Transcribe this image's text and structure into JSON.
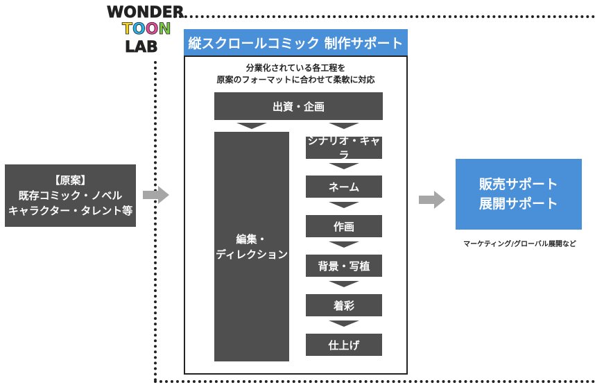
{
  "logo": {
    "wonder": "WONDER",
    "toon": "TOON",
    "lab": "LAB",
    "toon_colors": [
      "#f7d51d",
      "#2bb3e8",
      "#e64a9a",
      "#7ac943"
    ]
  },
  "title": "縦スクロールコミック 制作サポート",
  "description": {
    "line1": "分業化されている各工程を",
    "line2": "原案のフォーマットに合わせて柔軟に対応"
  },
  "funding": "出資・企画",
  "editing": {
    "line1": "編集・",
    "line2": "ディレクション"
  },
  "steps": [
    "シナリオ・キャラ",
    "ネーム",
    "作画",
    "背景・写植",
    "着彩",
    "仕上げ"
  ],
  "original": {
    "line1": "【原案】",
    "line2": "既存コミック・ノベル",
    "line3": "キャラクター・タレント等"
  },
  "sales": {
    "line1": "販売サポート",
    "line2": "展開サポート"
  },
  "sales_note": "マーケティング/グローバル展開など",
  "colors": {
    "accent_blue": "#4a90d9",
    "dark_box": "#4f4f4f",
    "arrow_gray": "#a6a6a6"
  }
}
